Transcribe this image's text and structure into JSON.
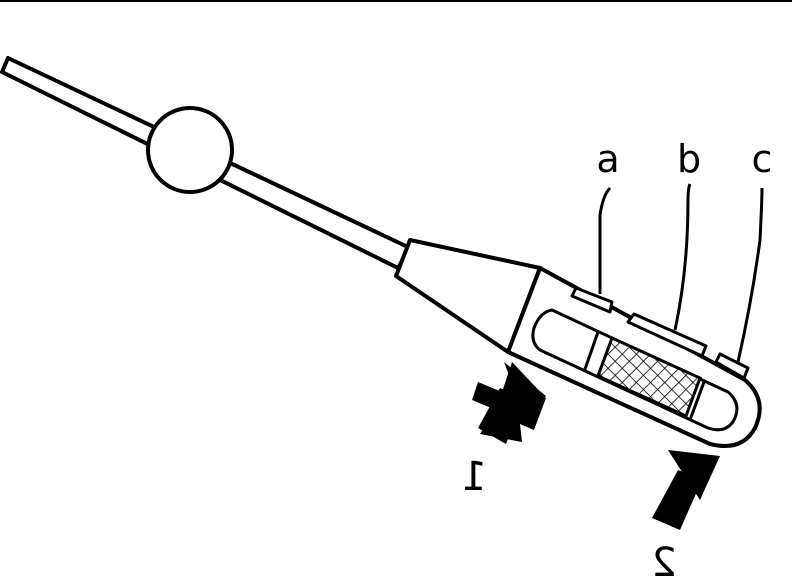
{
  "labels": {
    "a": "a",
    "b": "b",
    "c": "c",
    "one": "1",
    "two": "2"
  },
  "colors": {
    "line": "#000000",
    "fill": "#ffffff",
    "arrow": "#000000"
  },
  "icons": {
    "hatched_pad": "crosshatch-pattern",
    "arrow": "solid-arrow"
  }
}
